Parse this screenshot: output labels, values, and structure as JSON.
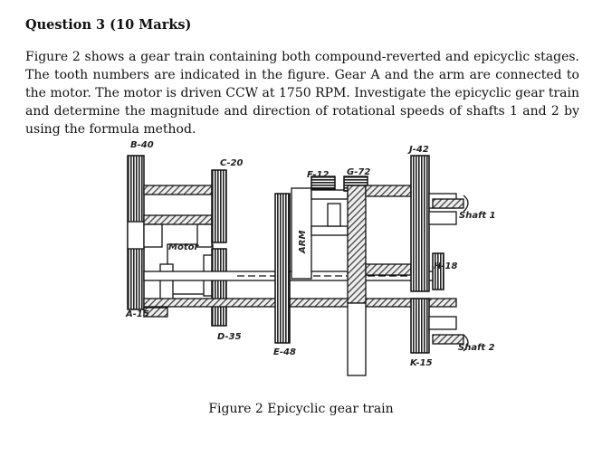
{
  "question": {
    "heading": "Question 3 (10 Marks)",
    "paragraph": "Figure 2 shows a gear train containing both compound-reverted and epicyclic stages. The tooth numbers are indicated in the figure. Gear A and the arm are connected to the motor. The motor is driven CCW at 1750 RPM. Investigate the epicyclic gear train and determine the magnitude and direction of rotational speeds of shafts 1 and 2 by using the formula method."
  },
  "figure": {
    "labels": {
      "b": "B-40",
      "c": "C-20",
      "f": "F-12",
      "g": "G-72",
      "j": "J-42",
      "shaft1": "Shaft 1",
      "motor": "Motor",
      "arm": "ARM",
      "h": "H-18",
      "a": "A-15",
      "d": "D-35",
      "e": "E-48",
      "k": "K-15",
      "shaft2": "Shaft 2"
    },
    "caption": "Figure 2 Epicyclic gear train"
  }
}
